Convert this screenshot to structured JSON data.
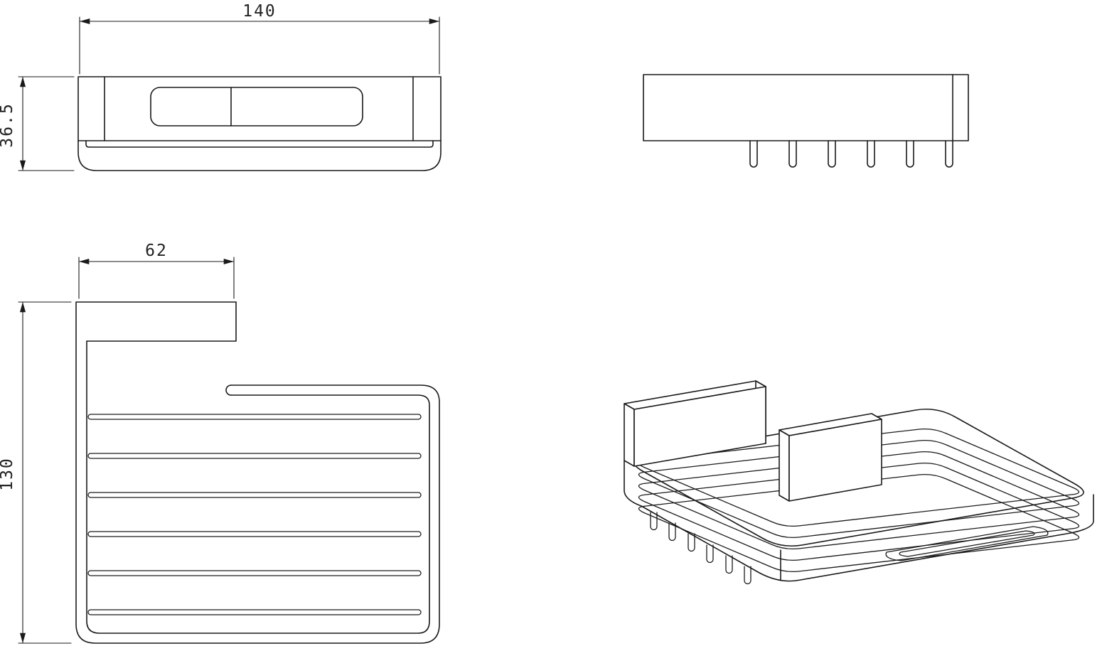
{
  "drawing": {
    "background_color": "#ffffff",
    "line_color": "#1a1a1a",
    "views": {
      "front": {
        "width_dim": "140",
        "height_dim": "36.5"
      },
      "top": {},
      "side_profile": {
        "depth_dim": "62",
        "height_dim": "130"
      },
      "isometric": {}
    }
  }
}
